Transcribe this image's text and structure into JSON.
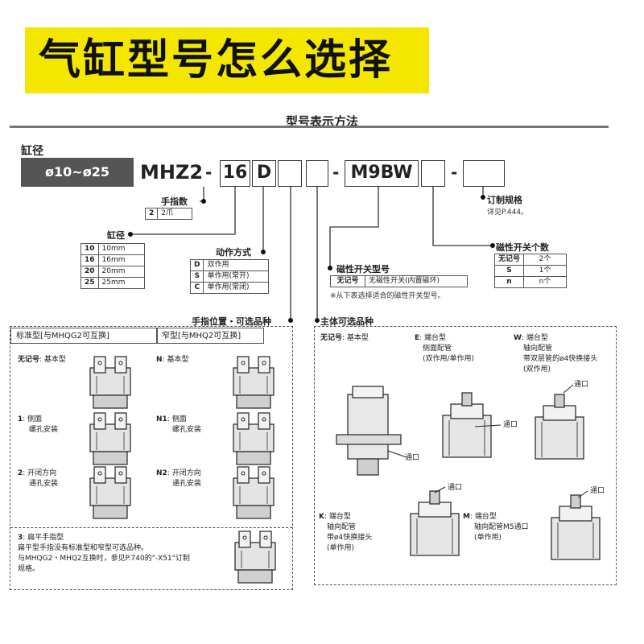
{
  "banner": {
    "title": "气缸型号怎么选择"
  },
  "section_title": "型号表示方法",
  "bore": {
    "label": "缸径",
    "range": "ø10~ø25"
  },
  "model": {
    "prefix": "MHZ2",
    "bore_code": "16",
    "action_code": "D",
    "switch_code": "M9BW",
    "dash": "-"
  },
  "fingers": {
    "title": "手指数",
    "rows": [
      [
        "2",
        "2爪"
      ]
    ]
  },
  "bore_size": {
    "title": "缸径",
    "rows": [
      [
        "10",
        "10mm"
      ],
      [
        "16",
        "16mm"
      ],
      [
        "20",
        "20mm"
      ],
      [
        "25",
        "25mm"
      ]
    ]
  },
  "action": {
    "title": "动作方式",
    "rows": [
      [
        "D",
        "双作用"
      ],
      [
        "S",
        "单作用(常开)"
      ],
      [
        "C",
        "单作用(常闭)"
      ]
    ]
  },
  "custom": {
    "title": "订制规格",
    "note": "详见P.444。"
  },
  "switch_qty": {
    "title": "磁性开关个数",
    "rows": [
      [
        "无记号",
        "2个"
      ],
      [
        "S",
        "1个"
      ],
      [
        "n",
        "n个"
      ]
    ]
  },
  "switch_type": {
    "title": "磁性开关型号",
    "rows": [
      [
        "无记号",
        "无磁性开关(内置磁环)"
      ]
    ],
    "note": "※从下表选择适合的磁性开关型号。"
  },
  "finger_option": {
    "title": "手指位置・可选品种"
  },
  "body_option": {
    "title": "主体可选品种"
  },
  "left_panel": {
    "std_head": "标准型[与MHQG2可互换]",
    "narrow_head": "窄型[与MHQ2可互换]",
    "std_basic_code": "无记号",
    "std_basic": ": 基本型",
    "n_code": "N",
    "n_text": ": 基本型",
    "s1_code": "1",
    "s1_a": ": 侧面",
    "s1_b": "螺孔安装",
    "n1_code": "N1",
    "n1_a": ": 侧面",
    "n1_b": "螺孔安装",
    "s2_code": "2",
    "s2_a": ": 开闭方向",
    "s2_b": "通孔安装",
    "n2_code": "N2",
    "n2_a": ": 开闭方向",
    "n2_b": "通孔安装",
    "s3_code": "3",
    "s3_a": ": 扁平手指型",
    "s3_b": "扁平型手指没有标准型和窄型可选品种。",
    "s3_c": "与MHQG2・MHQ2互换时，参见P.740的\"-X51\"订制",
    "s3_d": "规格。"
  },
  "right_panel": {
    "basic_code": "无记号",
    "basic": ": 基本型",
    "e_code": "E",
    "e_a": ": 端台型",
    "e_b": "侧面配管",
    "e_c": "(双作用/单作用)",
    "w_code": "W",
    "w_a": ": 端台型",
    "w_b": "轴向配管",
    "w_c": "带双层管的ø4快换接头",
    "w_d": "(双作用)",
    "k_code": "K",
    "k_a": ": 端台型",
    "k_b": "轴向配管",
    "k_c": "带ø4快换接头",
    "k_d": "(单作用)",
    "m_code": "M",
    "m_a": ": 端台型",
    "m_b": "轴向配管M5通口",
    "m_c": "(单作用)",
    "port": "通口"
  },
  "colors": {
    "banner": "#f3e700",
    "bore_fill": "#555555"
  }
}
